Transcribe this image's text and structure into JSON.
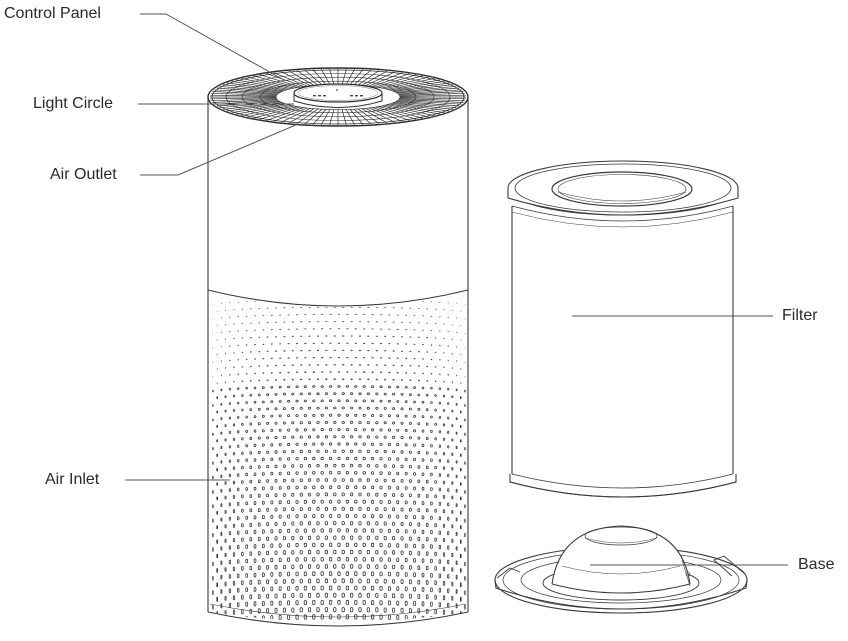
{
  "labels": {
    "control_panel": "Control Panel",
    "light_circle": "Light Circle",
    "air_outlet": "Air Outlet",
    "air_inlet": "Air Inlet",
    "filter": "Filter",
    "base": "Base"
  },
  "colors": {
    "line": "#3a3a3a",
    "leader": "#555555",
    "background": "#ffffff"
  }
}
